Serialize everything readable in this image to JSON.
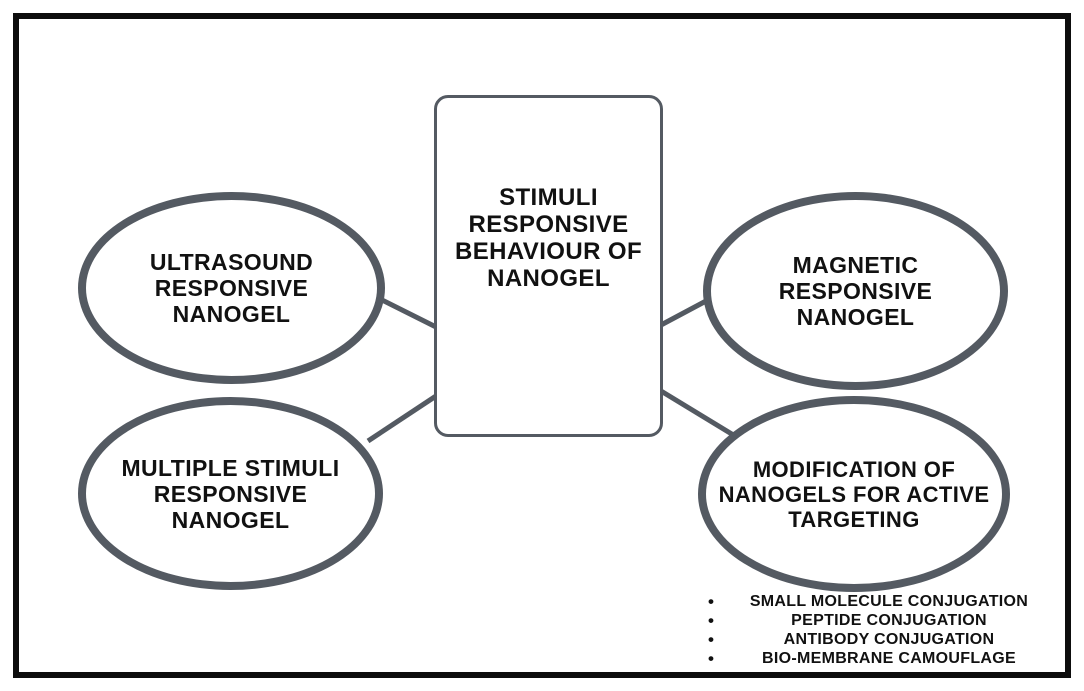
{
  "diagram": {
    "title_node": {
      "lines": [
        "STIMULI",
        "RESPONSIVE",
        "BEHAVIOUR OF",
        "NANOGEL"
      ]
    },
    "nodes": {
      "ultrasound": {
        "lines": [
          "ULTRASOUND",
          "RESPONSIVE",
          "NANOGEL"
        ]
      },
      "multiple": {
        "lines": [
          "MULTIPLE STIMULI",
          "RESPONSIVE",
          "NANOGEL"
        ]
      },
      "magnetic": {
        "lines": [
          "MAGNETIC",
          "RESPONSIVE",
          "NANOGEL"
        ]
      },
      "modification": {
        "lines": [
          "MODIFICATION OF",
          "NANOGELS FOR ACTIVE",
          "TARGETING"
        ]
      }
    },
    "bullets": {
      "glyph": "•",
      "items": [
        "SMALL MOLECULE CONJUGATION",
        "PEPTIDE CONJUGATION",
        "ANTIBODY CONJUGATION",
        "BIO-MEMBRANE CAMOUFLAGE"
      ]
    },
    "colors": {
      "shape_border": "#545a62",
      "frame_border": "#0d0d0d",
      "text": "#111111",
      "background": "#ffffff"
    }
  }
}
